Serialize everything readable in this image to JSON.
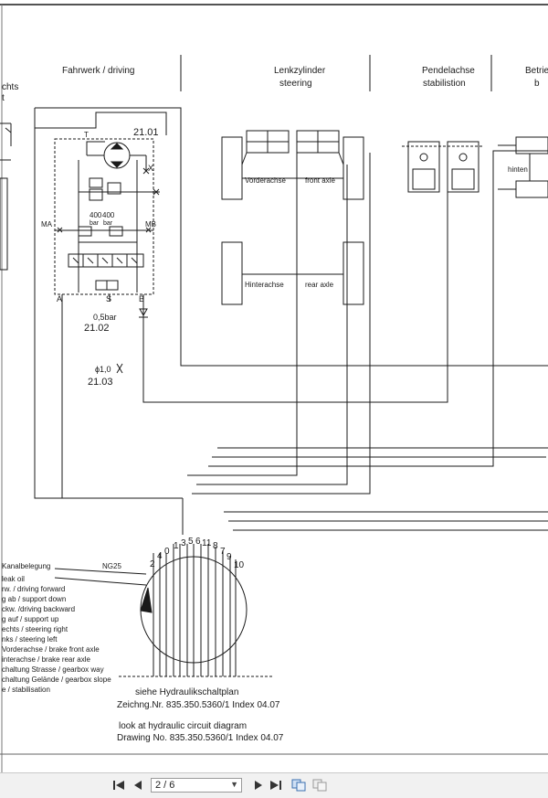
{
  "diagram": {
    "headers": {
      "rechts_fragment": "chts",
      "t_fragment": "t",
      "fahrwerk": "Fahrwerk / driving",
      "lenk_de": "Lenkzylinder",
      "lenk_en": "steering",
      "pendel_de": "Pendelachse",
      "pendel_en": "stabilistion",
      "betrieb_fragment": "Betriel",
      "b_fragment": "b"
    },
    "labels": {
      "l2101": "21.01",
      "T": "T",
      "X": "X",
      "bar400a": "400",
      "bar400b": "400",
      "bar_a": "bar",
      "bar_b": "bar",
      "MA": "MA",
      "MB": "MB",
      "A": "A",
      "S": "S",
      "B": "B",
      "bar05": "0,5bar",
      "l2102": "21.02",
      "phi10": "ϕ1,0",
      "l2103": "21.03",
      "vorderachse": "Vorderachse",
      "front_axle": "front axle",
      "hinterachse": "Hinterachse",
      "rear_axle": "rear axle",
      "hinten": "hinten"
    },
    "ports": [
      "2",
      "4",
      "0",
      "1",
      "3",
      "5",
      "6",
      "11",
      "8",
      "7",
      "9",
      "10"
    ],
    "legend": {
      "title": "Kanalbelegung",
      "ng": "NG25",
      "items": [
        "leak oil",
        "rw. / driving forward",
        "g ab / support down",
        "ckw. /driving backward",
        "g auf / support up",
        "echts / steering right",
        "nks / steering left",
        "Vorderachse / brake front axle",
        "interachse / brake rear axle",
        "chaltung Strasse / gearbox way",
        "chaltung Gelände / gearbox slope",
        "e / stabilisation"
      ]
    },
    "footer": {
      "siehe": "siehe Hydraulikschaltplan",
      "zeich": "Zeichng.Nr. 835.350.5360/1  Index 04.07",
      "look": "look at hydraulic circuit diagram",
      "drawing": "Drawing No. 835.350.5360/1  Index 04.07"
    }
  },
  "viewer": {
    "page_indicator": "2 / 6"
  }
}
